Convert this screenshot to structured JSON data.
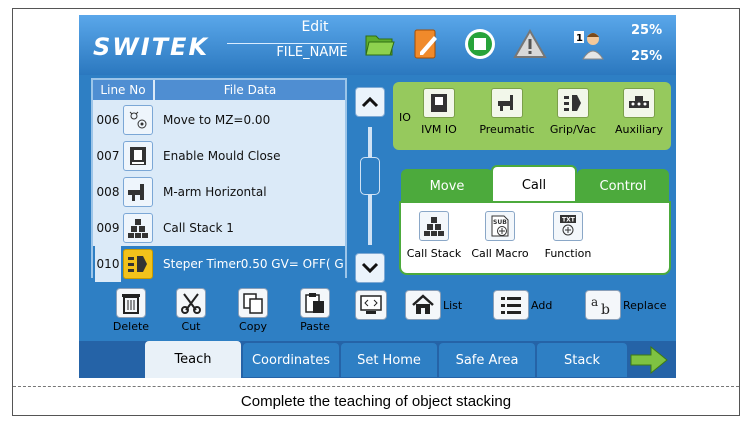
{
  "header": {
    "logo": "SWITEK",
    "mode": "Edit",
    "file_name": "FILE_NAME",
    "percent_top": "25%",
    "percent_bottom": "25%",
    "icons": [
      "folder-open-icon",
      "edit-document-icon",
      "stop-icon",
      "warning-icon",
      "user-icon"
    ]
  },
  "program_list": {
    "col_line": "Line No",
    "col_data": "File Data",
    "rows": [
      {
        "line": "006",
        "text": "Move to MZ=0.00",
        "icon": "move-axis-icon"
      },
      {
        "line": "007",
        "text": "Enable Mould Close",
        "icon": "mould-icon"
      },
      {
        "line": "008",
        "text": "M-arm Horizontal",
        "icon": "arm-icon"
      },
      {
        "line": "009",
        "text": "Call Stack 1",
        "icon": "stack-icon"
      },
      {
        "line": "010",
        "text": "Steper Timer0.50 GV= OFF( G",
        "icon": "gripper-timer-icon",
        "selected": true
      }
    ]
  },
  "io_panel": {
    "label": "IO",
    "items": [
      {
        "label": "IVM IO",
        "icon": "machine-icon"
      },
      {
        "label": "Preumatic",
        "icon": "pneumatic-icon"
      },
      {
        "label": "Grip/Vac",
        "icon": "gripper-icon"
      },
      {
        "label": "Auxiliary",
        "icon": "auxiliary-icon"
      }
    ]
  },
  "command_tabs": {
    "tabs": [
      "Move",
      "Call",
      "Control"
    ],
    "active": "Call",
    "items": [
      {
        "label": "Call Stack",
        "icon": "stack-icon"
      },
      {
        "label": "Call Macro",
        "icon": "sub-macro-icon"
      },
      {
        "label": "Function",
        "icon": "text-function-icon"
      }
    ]
  },
  "toolbar": {
    "delete": "Delete",
    "cut": "Cut",
    "copy": "Copy",
    "paste": "Paste",
    "list": "List",
    "add": "Add",
    "replace": "Replace"
  },
  "bottom_tabs": {
    "tabs": [
      "Teach",
      "Coordinates",
      "Set Home",
      "Safe Area",
      "Stack"
    ],
    "active": "Teach"
  },
  "caption": "Complete the teaching of object stacking",
  "colors": {
    "screen_blue": "#2e7fc4",
    "green_panel": "#96c95d",
    "tab_green": "#4caa3c",
    "selected_yellow": "#f2c21b"
  }
}
